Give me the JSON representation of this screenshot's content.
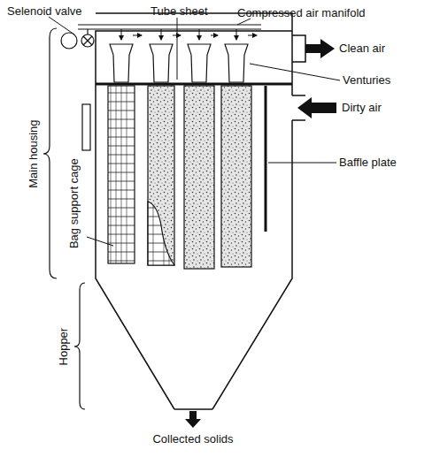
{
  "diagram": {
    "labels": [
      "Selenoid valve",
      "Tube sheet",
      "Compressed air manifold",
      "Clean air",
      "Venturies",
      "Dirty air",
      "Baffle plate",
      "Main housing",
      "Bag support cage",
      "Hopper",
      "Collected solids"
    ]
  }
}
